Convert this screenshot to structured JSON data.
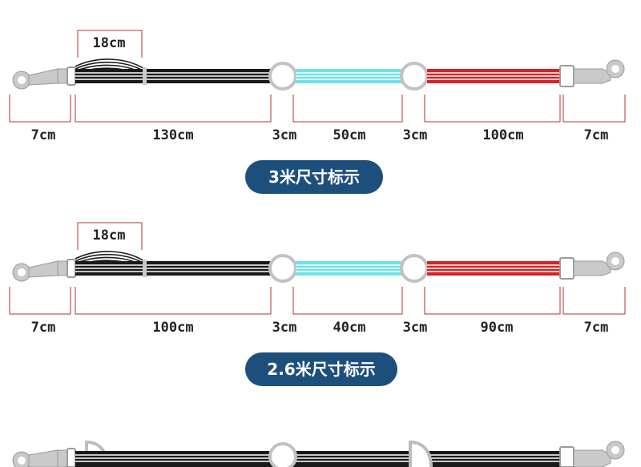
{
  "colors": {
    "black_strap": "#1a1a1a",
    "cyan_strap": "#6fe3e3",
    "red_strap": "#d42424",
    "dimension_line": "#b33030",
    "hardware": "#c9c9c9",
    "label_bg": "#1d4f7c",
    "label_text": "#ffffff"
  },
  "diagrams": [
    {
      "handle_label": "18cm",
      "segments": [
        "7cm",
        "130cm",
        "3cm",
        "50cm",
        "3cm",
        "100cm",
        "7cm"
      ],
      "caption": "3米尺寸标示"
    },
    {
      "handle_label": "18cm",
      "segments": [
        "7cm",
        "100cm",
        "3cm",
        "40cm",
        "3cm",
        "90cm",
        "7cm"
      ],
      "caption": "2.6米尺寸标示"
    }
  ]
}
